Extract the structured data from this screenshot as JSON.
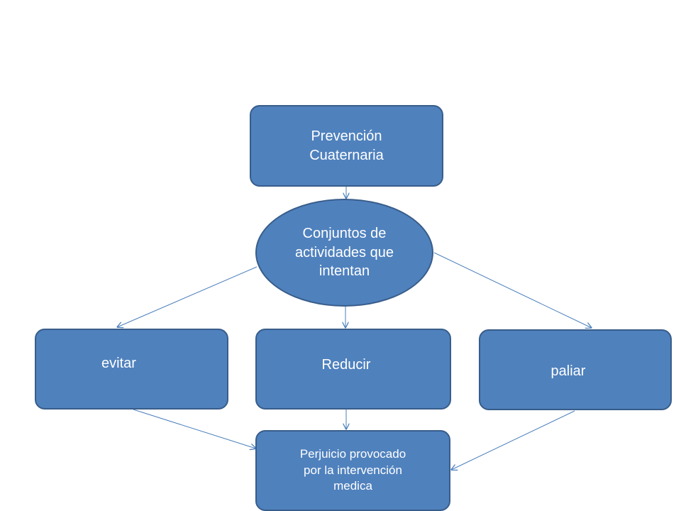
{
  "diagram": {
    "nodes": {
      "prevencion": {
        "label": "Prevención\nCuaternaria",
        "shape": "rounded-rect"
      },
      "conjuntos": {
        "label": "Conjuntos de\nactividades que\nintentan",
        "shape": "ellipse"
      },
      "evitar": {
        "label": "evitar",
        "shape": "rounded-rect"
      },
      "reducir": {
        "label": "Reducir",
        "shape": "rounded-rect"
      },
      "paliar": {
        "label": "paliar",
        "shape": "rounded-rect"
      },
      "perjuicio": {
        "label": "Perjuicio provocado\npor la intervención\nmedica",
        "shape": "rounded-rect"
      }
    },
    "edges": [
      {
        "from": "prevencion",
        "to": "conjuntos"
      },
      {
        "from": "conjuntos",
        "to": "evitar"
      },
      {
        "from": "conjuntos",
        "to": "reducir"
      },
      {
        "from": "conjuntos",
        "to": "paliar"
      },
      {
        "from": "evitar",
        "to": "perjuicio"
      },
      {
        "from": "reducir",
        "to": "perjuicio"
      },
      {
        "from": "paliar",
        "to": "perjuicio"
      }
    ],
    "colors": {
      "node_fill": "#4f81bd",
      "node_border": "#385d8a",
      "node_text": "#ffffff",
      "connector": "#4a7ebb"
    }
  }
}
